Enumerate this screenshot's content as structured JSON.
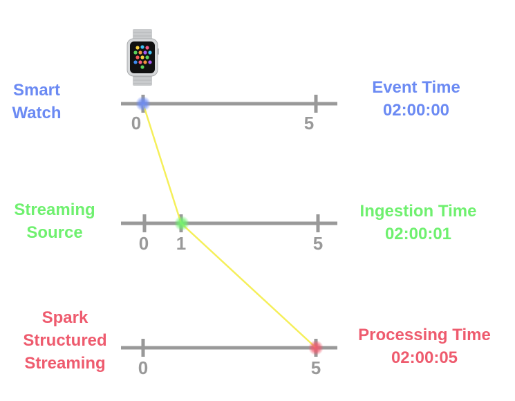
{
  "watch_icon": "smartwatch-icon",
  "colors": {
    "axis": "#999999",
    "tick_text": "#999999",
    "path": "#f5ef5a",
    "blue": "#6b8af3",
    "green": "#6ff06f",
    "red": "#ee5b6e"
  },
  "rows": [
    {
      "source_lines": [
        "Smart",
        "Watch"
      ],
      "time_lines": [
        "Event Time",
        "02:00:00"
      ],
      "ticks": [
        "0",
        "5"
      ]
    },
    {
      "source_lines": [
        "Streaming",
        "Source"
      ],
      "time_lines": [
        "Ingestion Time",
        "02:00:01"
      ],
      "ticks": [
        "0",
        "1",
        "5"
      ]
    },
    {
      "source_lines": [
        "Spark",
        "Structured",
        "Streaming"
      ],
      "time_lines": [
        "Processing Time",
        "02:00:05"
      ],
      "ticks": [
        "0",
        "5"
      ]
    }
  ]
}
